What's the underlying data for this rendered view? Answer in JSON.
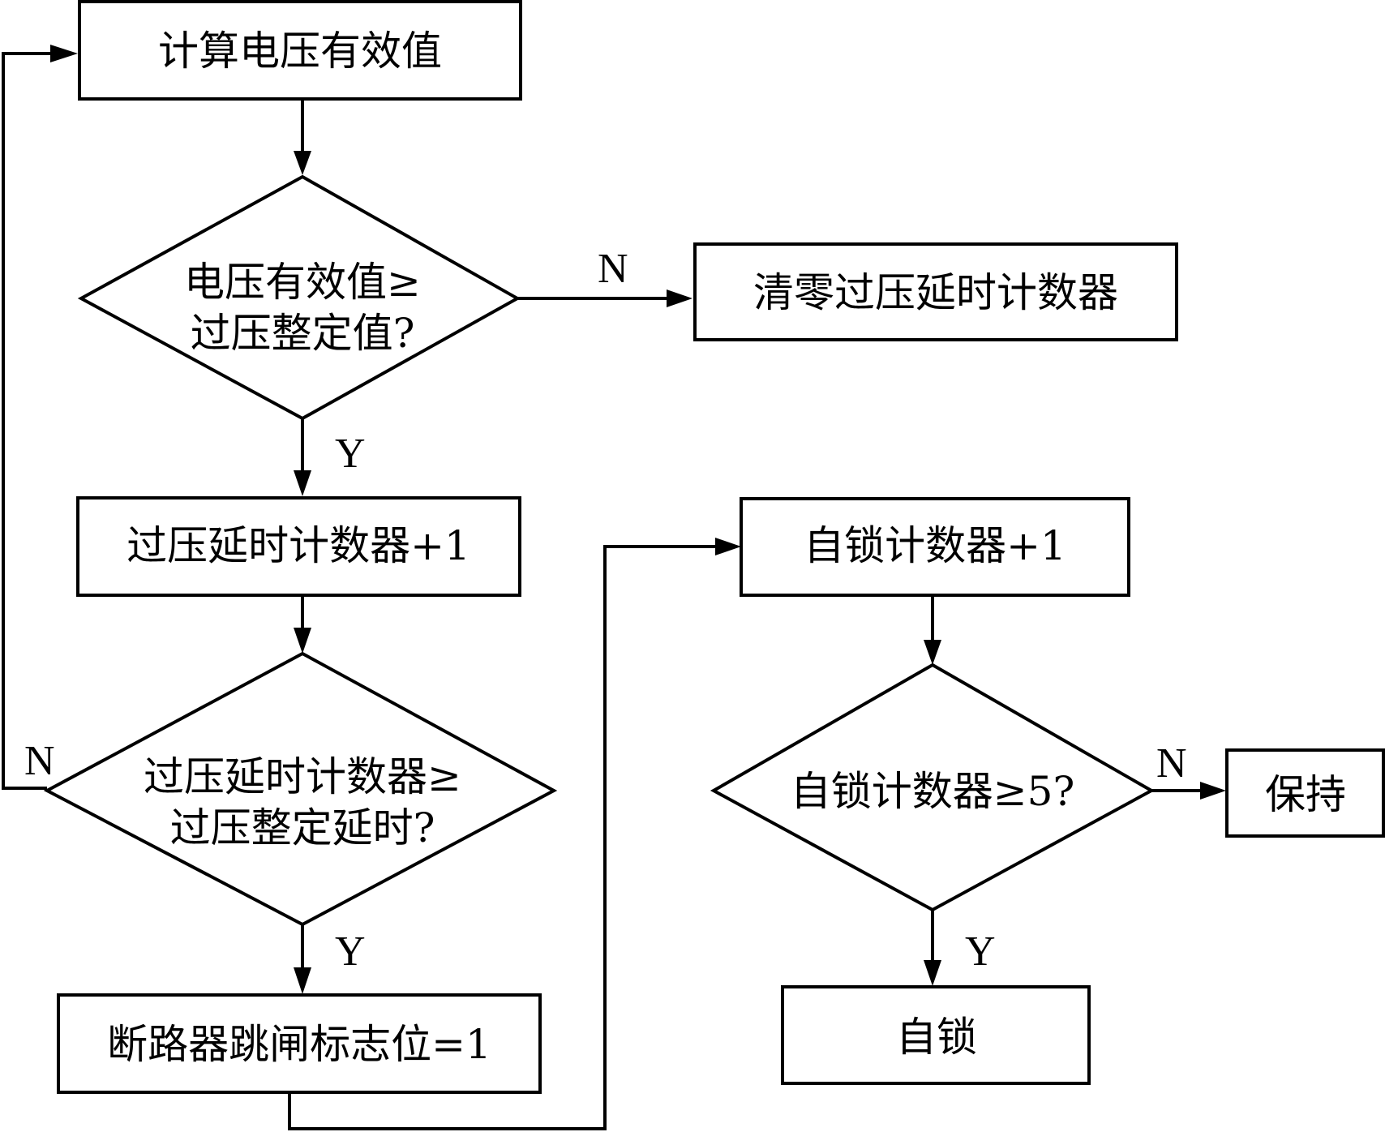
{
  "diagram": {
    "type": "flowchart",
    "nodes": {
      "calc_rms": {
        "shape": "process",
        "lines": [
          "计算电压有效值"
        ]
      },
      "check_overvoltage": {
        "shape": "decision",
        "lines": [
          "电压有效值≥",
          "过压整定值?"
        ]
      },
      "clear_counter": {
        "shape": "process",
        "lines": [
          "清零过压延时计数器"
        ]
      },
      "increment_delay": {
        "shape": "process",
        "lines": [
          "过压延时计数器+1"
        ]
      },
      "check_delay": {
        "shape": "decision",
        "lines": [
          "过压延时计数器≥",
          "过压整定延时?"
        ]
      },
      "trip_flag": {
        "shape": "process",
        "lines": [
          "断路器跳闸标志位=1"
        ]
      },
      "increment_lock": {
        "shape": "process",
        "lines": [
          "自锁计数器+1"
        ]
      },
      "check_lock": {
        "shape": "decision",
        "lines": [
          "自锁计数器≥5?"
        ]
      },
      "hold": {
        "shape": "process",
        "lines": [
          "保持"
        ]
      },
      "self_lock": {
        "shape": "process",
        "lines": [
          "自锁"
        ]
      }
    },
    "edges": [
      {
        "from": "calc_rms",
        "to": "check_overvoltage",
        "label": ""
      },
      {
        "from": "check_overvoltage",
        "to": "clear_counter",
        "label": "N"
      },
      {
        "from": "check_overvoltage",
        "to": "increment_delay",
        "label": "Y"
      },
      {
        "from": "increment_delay",
        "to": "check_delay",
        "label": ""
      },
      {
        "from": "check_delay",
        "to": "calc_rms",
        "label": "N"
      },
      {
        "from": "check_delay",
        "to": "trip_flag",
        "label": "Y"
      },
      {
        "from": "trip_flag",
        "to": "increment_lock",
        "label": ""
      },
      {
        "from": "increment_lock",
        "to": "check_lock",
        "label": ""
      },
      {
        "from": "check_lock",
        "to": "hold",
        "label": "N"
      },
      {
        "from": "check_lock",
        "to": "self_lock",
        "label": "Y"
      }
    ]
  }
}
